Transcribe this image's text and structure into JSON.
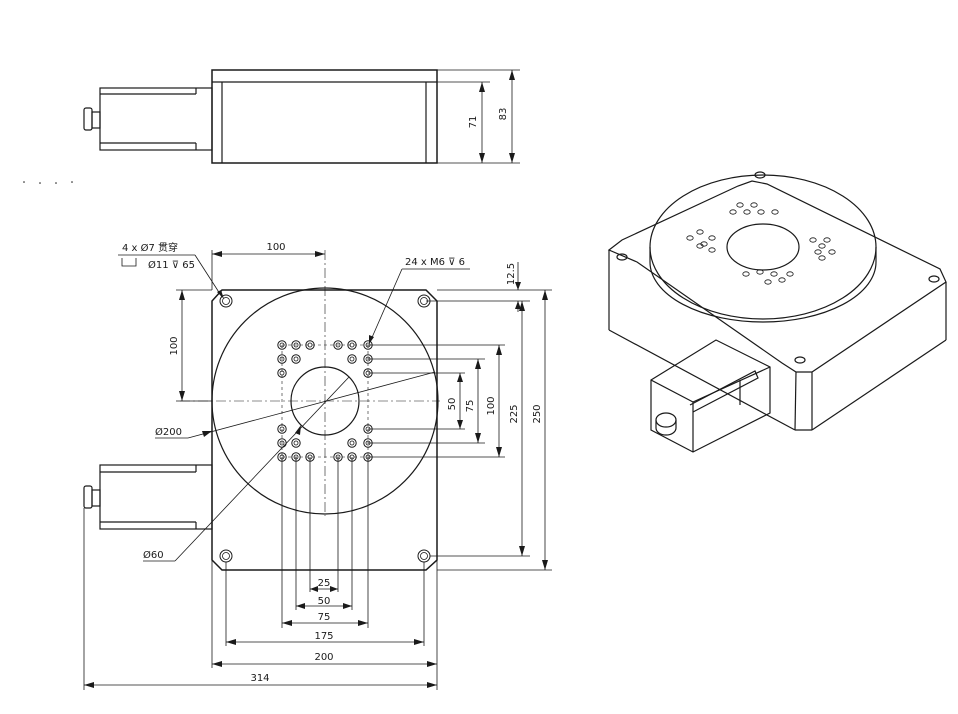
{
  "top_view": {
    "dim_71": "71",
    "dim_83": "83"
  },
  "plan_view": {
    "dim_top_100": "100",
    "dim_left_100": "100",
    "dim_12_5": "12.5",
    "dim_50_v": "50",
    "dim_75_v": "75",
    "dim_100_v": "100",
    "dim_225": "225",
    "dim_250": "250",
    "dim_25": "25",
    "dim_50_h": "50",
    "dim_75_h": "75",
    "dim_175": "175",
    "dim_200": "200",
    "dim_314": "314",
    "callout_holes": "4 x  Ø7 贯穿",
    "callout_counterbore": "Ø11 ⊽ 65",
    "callout_threads": "24 x M6 ⊽ 6",
    "label_dia_200": "Ø200",
    "label_dia_60": "Ø60"
  }
}
